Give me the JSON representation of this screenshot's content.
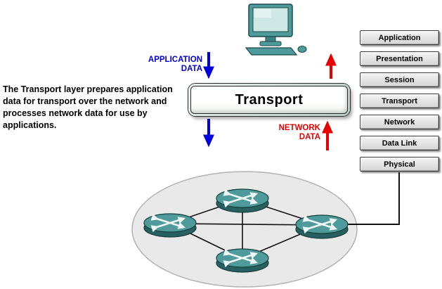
{
  "description": "The Transport layer prepares application data for transport over the network and processes network data for use by applications.",
  "flow_labels": {
    "application_data": "APPLICATION DATA",
    "network_data": "NETWORK DATA"
  },
  "transport_box": {
    "label": "Transport"
  },
  "osi_layers": [
    "Application",
    "Presentation",
    "Session",
    "Transport",
    "Network",
    "Data Link",
    "Physical"
  ],
  "icons": {
    "computer": "computer-icon",
    "router": "router-icon"
  },
  "colors": {
    "teal": "#4F9A9A",
    "teal_dark": "#1C4A4A",
    "application_data_blue": "#0000DD",
    "network_data_red": "#E60000",
    "network_cloud_fill": "#E9E9E9"
  }
}
